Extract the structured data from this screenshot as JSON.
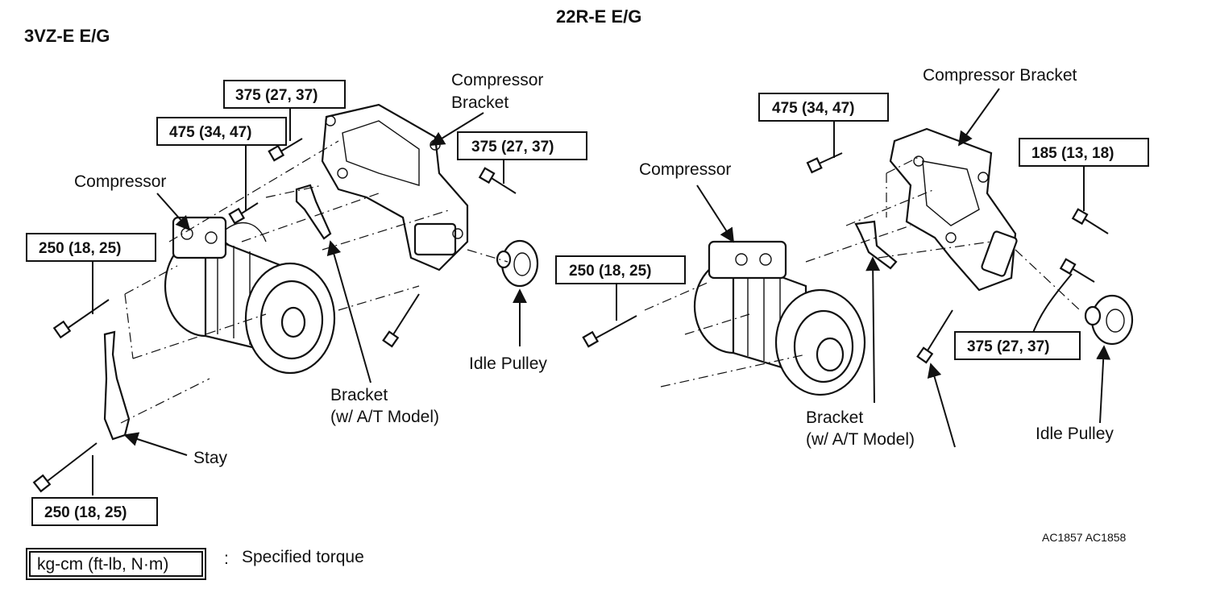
{
  "titles": {
    "left": "3VZ-E E/G",
    "right": "22R-E E/G"
  },
  "left": {
    "compressor": "Compressor",
    "compressor_bracket_line1": "Compressor",
    "compressor_bracket_line2": "Bracket",
    "idle_pulley": "Idle Pulley",
    "bracket_line1": "Bracket",
    "bracket_line2": "(w/ A/T Model)",
    "stay": "Stay",
    "torque_top": "375 (27, 37)",
    "torque_mid": "475 (34, 47)",
    "torque_right": "375 (27, 37)",
    "torque_left": "250 (18, 25)",
    "torque_bottom": "250 (18, 25)"
  },
  "right": {
    "compressor": "Compressor",
    "compressor_bracket": "Compressor Bracket",
    "idle_pulley": "Idle Pulley",
    "bracket_line1": "Bracket",
    "bracket_line2": "(w/ A/T Model)",
    "torque_top": "475 (34, 47)",
    "torque_right": "185 (13, 18)",
    "torque_left": "250 (18, 25)",
    "torque_bottom": "375 (27, 37)"
  },
  "legend": {
    "box_text": "kg-cm (ft-lb, N·m)",
    "colon": ":",
    "description": "Specified torque"
  },
  "figure_code": "AC1857  AC1858"
}
